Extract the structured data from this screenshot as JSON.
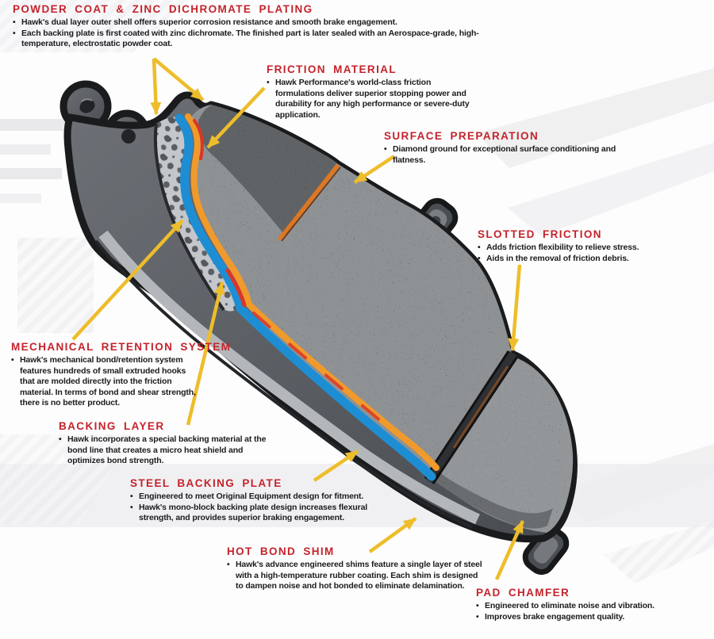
{
  "page": {
    "subject": "Hawk Performance brake pad cutaway diagram",
    "accent_heading_color": "#c4232b",
    "arrow_color": "#eebd2b",
    "layer_colors": {
      "backing_plate_dark": "#5b5f64",
      "plate_side_light": "#b3b7bb",
      "backing_layer_blue": "#1e8ed4",
      "shim_orange": "#f09a2c",
      "bond_red": "#d8362a",
      "friction_granite": "#8f9295"
    }
  },
  "sections": [
    {
      "id": "powder_coat",
      "title": "POWDER COAT & ZINC DICHROMATE PLATING",
      "bullets": [
        "Hawk's dual layer outer shell offers superior corrosion resistance and smooth brake engagement.",
        "Each backing plate is first coated with zinc dichromate. The finished part is later sealed with an Aerospace-grade, high-temperature, electrostatic powder coat."
      ]
    },
    {
      "id": "friction_material",
      "title": "FRICTION MATERIAL",
      "bullets": [
        "Hawk Performance's world-class friction formulations deliver superior stopping power and durability for any high performance or severe-duty application."
      ]
    },
    {
      "id": "surface_preparation",
      "title": "SURFACE PREPARATION",
      "bullets": [
        "Diamond ground for exceptional surface conditioning and flatness."
      ]
    },
    {
      "id": "slotted_friction",
      "title": "SLOTTED FRICTION",
      "bullets": [
        "Adds friction flexibility to relieve stress.",
        "Aids in the removal of friction debris."
      ]
    },
    {
      "id": "mechanical_retention",
      "title": "MECHANICAL RETENTION SYSTEM",
      "bullets": [
        "Hawk's mechanical bond/retention system features hundreds of small extruded hooks that are molded directly into the friction material. In terms of bond and shear strength, there is no better product."
      ]
    },
    {
      "id": "backing_layer",
      "title": "BACKING LAYER",
      "bullets": [
        "Hawk incorporates a special backing material at the bond line that creates a micro heat shield and optimizes bond strength."
      ]
    },
    {
      "id": "steel_backing_plate",
      "title": "STEEL BACKING PLATE",
      "bullets": [
        "Engineered to meet Original Equipment design for fitment.",
        "Hawk's mono-block backing plate design increases flexural strength, and provides superior braking engagement."
      ]
    },
    {
      "id": "hot_bond_shim",
      "title": "HOT BOND SHIM",
      "bullets": [
        "Hawk's advance engineered shims feature a single layer of steel with a high-temperature rubber coating. Each shim is designed to dampen noise and hot bonded to eliminate delamination."
      ]
    },
    {
      "id": "pad_chamfer",
      "title": "PAD CHAMFER",
      "bullets": [
        "Engineered to eliminate noise and vibration.",
        "Improves brake engagement quality."
      ]
    }
  ]
}
